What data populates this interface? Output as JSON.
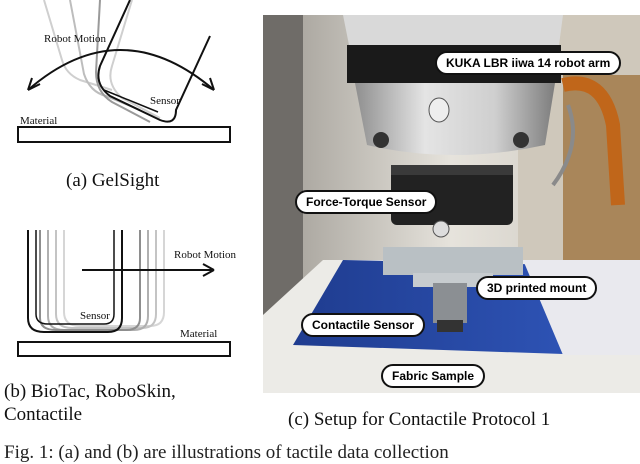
{
  "figure_a": {
    "robot_motion_label": "Robot Motion",
    "sensor_label": "Sensor",
    "material_label": "Material",
    "caption": "(a) GelSight"
  },
  "figure_b": {
    "robot_motion_label": "Robot Motion",
    "sensor_label": "Sensor",
    "material_label": "Material",
    "caption_line1": "(b) BioTac, RoboSkin,",
    "caption_line2": "Contactile"
  },
  "figure_c": {
    "labels": {
      "robot_arm": "KUKA LBR iiwa 14 robot arm",
      "ft_sensor": "Force-Torque Sensor",
      "mount": "3D printed mount",
      "contactile": "Contactile Sensor",
      "fabric": "Fabric Sample"
    },
    "caption": "(c) Setup for Contactile Protocol 1"
  },
  "figure_caption_partial": "Fig. 1: (a) and (b) are illustrations of tactile data collection"
}
